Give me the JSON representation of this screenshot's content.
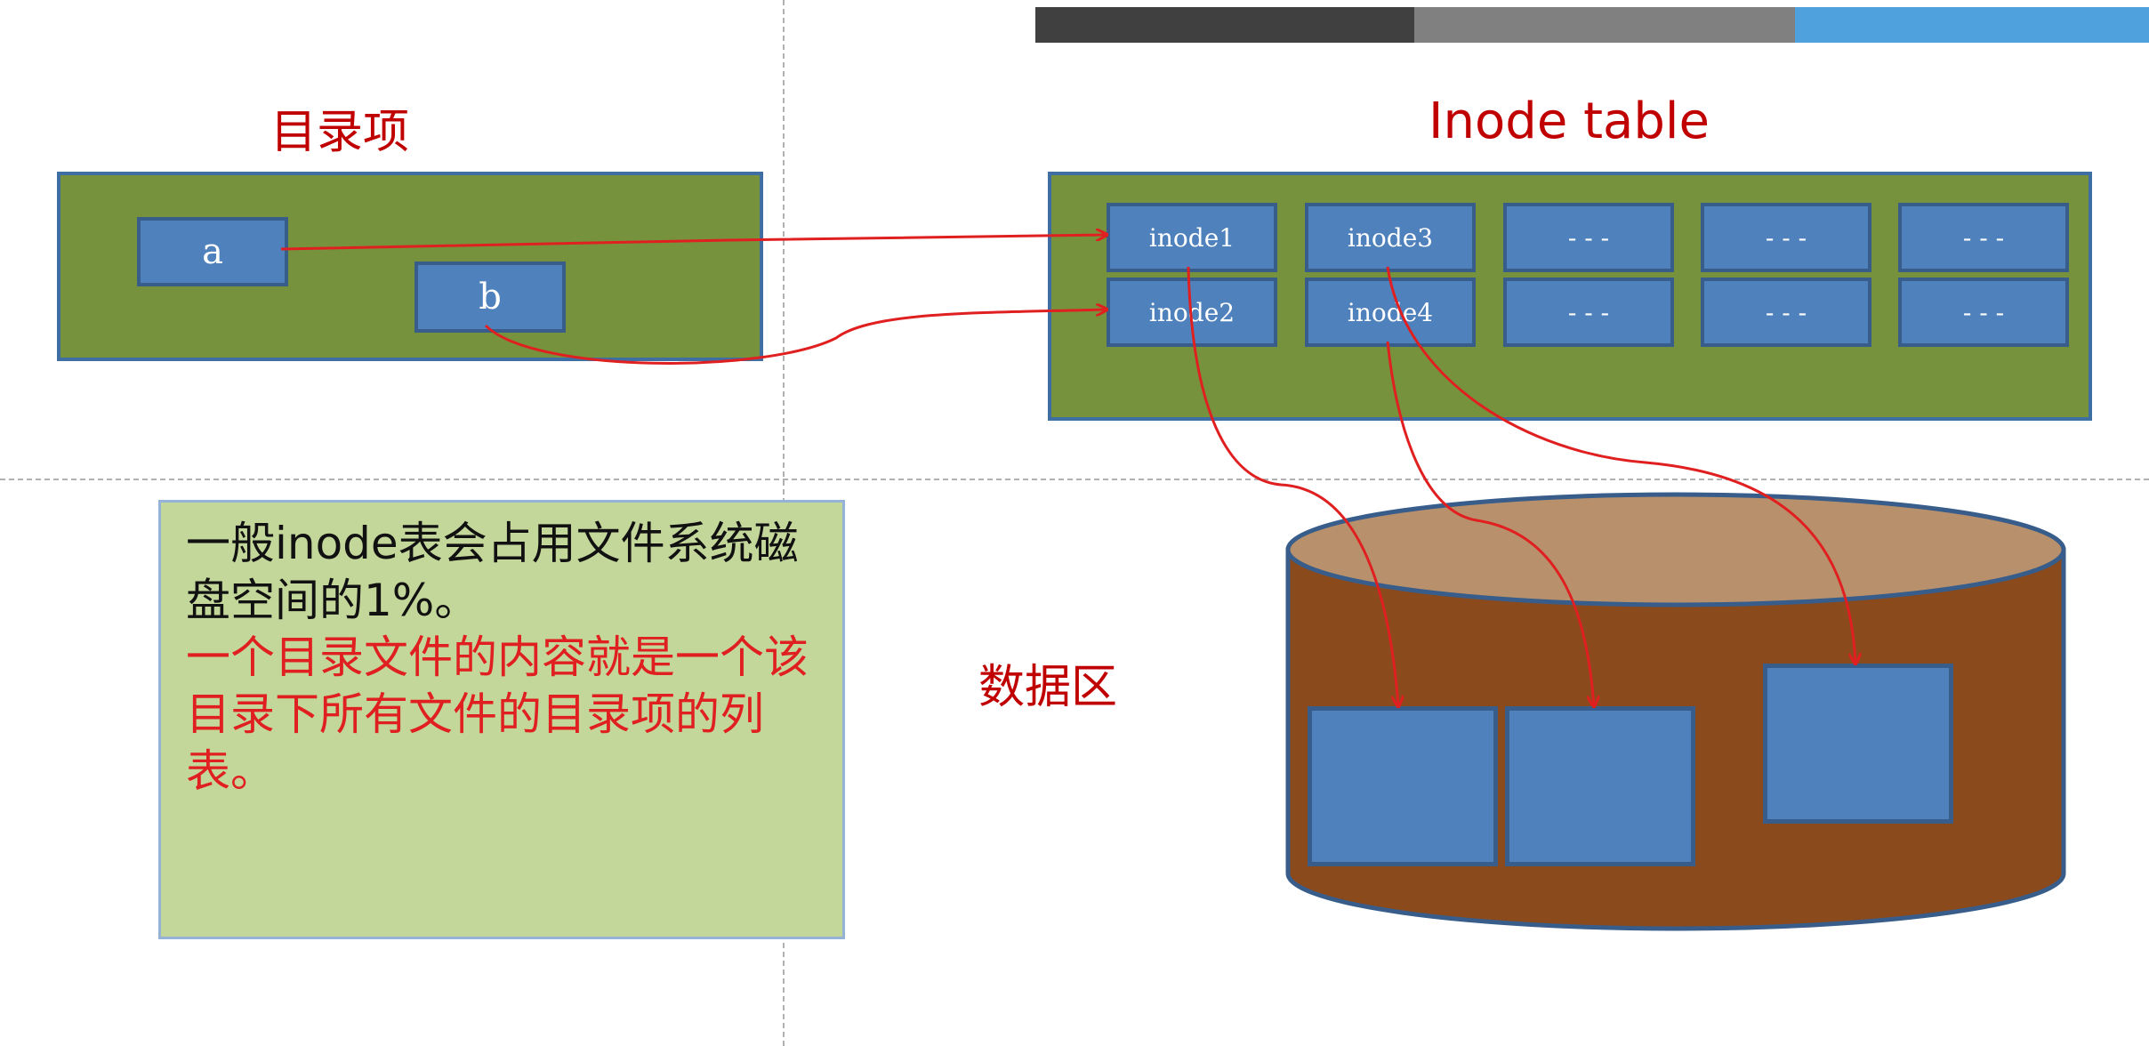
{
  "header_bar": {
    "colors": [
      "#404040",
      "#808080",
      "#4ea1dc"
    ]
  },
  "directory": {
    "title": "目录项",
    "entries": [
      "a",
      "b"
    ]
  },
  "inode_table": {
    "title": "Inode table",
    "row1": [
      "inode1",
      "inode3",
      "- - -",
      "- - -",
      "- - -"
    ],
    "row2": [
      "inode2",
      "inode4",
      "- - -",
      "- - -",
      "- - -"
    ]
  },
  "note": {
    "black_text": "一般inode表会占用文件系统磁盘空间的1%。",
    "red_text": "一个目录文件的内容就是一个该目录下所有文件的目录项的列表。"
  },
  "data_area": {
    "label": "数据区"
  },
  "colors": {
    "title_red": "#c00000",
    "panel_green": "#76923c",
    "cell_blue": "#4f81bd",
    "cylinder_top": "#b8916c",
    "cylinder_body": "#8b4a1c",
    "arrow": "#e02020",
    "note_bg": "#c4d79b"
  }
}
